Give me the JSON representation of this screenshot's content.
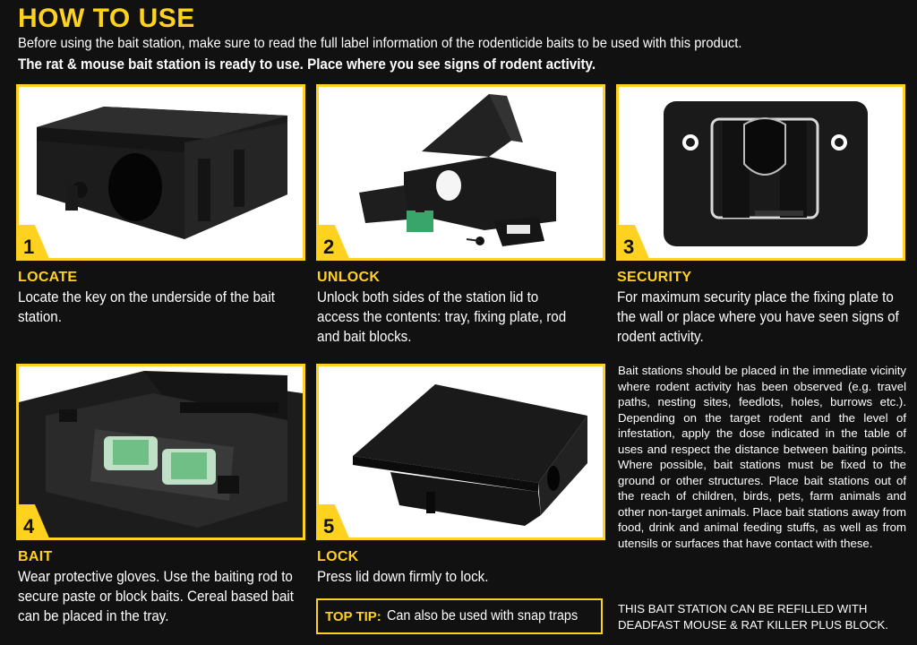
{
  "header": {
    "title": "HOW TO USE",
    "intro": "Before using the bait station, make sure to read the full label information of the rodenticide baits to be used with this product.",
    "intro_bold": "The rat & mouse bait station is ready to use. Place where you see signs of rodent activity."
  },
  "steps": [
    {
      "number": "1",
      "label": "LOCATE",
      "text": "Locate the key on the underside of the bait station."
    },
    {
      "number": "2",
      "label": "UNLOCK",
      "text": "Unlock both sides of the station lid to access the contents: tray, fixing plate, rod and bait blocks."
    },
    {
      "number": "3",
      "label": "SECURITY",
      "text": "For maximum security place the fixing plate to the wall or place where you have seen signs of rodent activity."
    },
    {
      "number": "4",
      "label": "BAIT",
      "text": "Wear protective gloves. Use the baiting rod to secure paste or block baits. Cereal based bait can be placed in the tray."
    },
    {
      "number": "5",
      "label": "LOCK",
      "text": "Press lid down firmly to lock."
    }
  ],
  "info": "Bait stations should be placed in the immediate vicinity where rodent activity has been observed (e.g. travel paths, nesting sites, feedlots, holes, burrows etc.). Depending on the target rodent and the level of infestation, apply the dose indicated in the table of uses and respect the distance between baiting points. Where possible, bait stations must be fixed to the ground or other structures. Place bait stations out of the reach of children, birds, pets, farm animals and other non-target animals. Place bait stations away from food, drink and animal feeding stuffs, as well as from utensils or surfaces that have contact with these.",
  "refill": "THIS BAIT STATION CAN BE REFILLED WITH DEADFAST MOUSE & RAT KILLER PLUS BLOCK.",
  "toptip": {
    "label": "TOP TIP:",
    "text": "Can also be used with snap traps"
  },
  "colors": {
    "accent": "#ffd21f",
    "background": "#111111",
    "text": "#ffffff"
  }
}
